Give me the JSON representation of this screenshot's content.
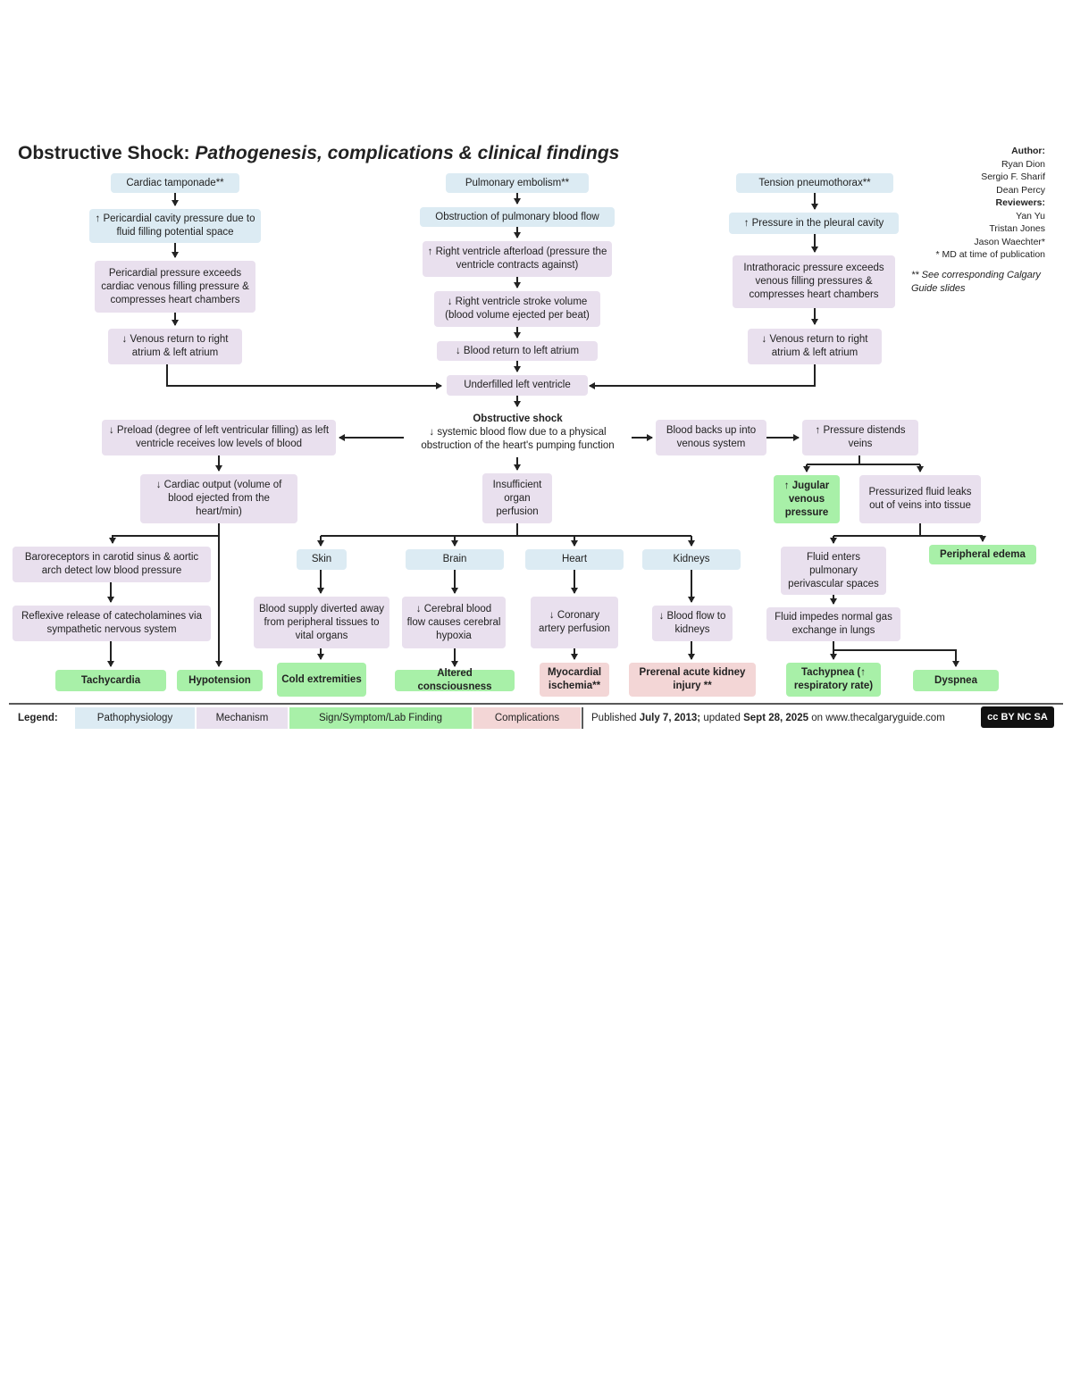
{
  "header": {
    "title_main": "Obstructive Shock:",
    "title_sub": "Pathogenesis, complications & clinical findings"
  },
  "credits": {
    "author_label": "Author:",
    "authors": [
      "Ryan Dion",
      "Sergio F. Sharif",
      "Dean Percy"
    ],
    "reviewers_label": "Reviewers:",
    "reviewers": [
      "Yan Yu",
      "Tristan Jones",
      "Jason Waechter*"
    ],
    "md_note": "* MD at time of publication",
    "slides_note": "** See corresponding Calgary Guide slides"
  },
  "nodes": {
    "cardiac_tamponade": "Cardiac tamponade**",
    "pericardial_pressure_up": "↑ Pericardial cavity pressure due to fluid filling potential space",
    "pericardial_exceeds": "Pericardial pressure exceeds cardiac venous filling pressure & compresses heart chambers",
    "venous_return_left": "↓ Venous return to right atrium & left atrium",
    "pulmonary_embolism": "Pulmonary embolism**",
    "obstruction_pulm_flow": "Obstruction of pulmonary blood flow",
    "rv_afterload": "↑ Right ventricle afterload (pressure the ventricle contracts against)",
    "rv_stroke_volume": "↓ Right ventricle stroke volume (blood volume ejected per beat)",
    "blood_return_la": "↓ Blood return to left atrium",
    "underfilled_lv": "Underfilled left ventricle",
    "tension_pneumothorax": "Tension pneumothorax**",
    "pleural_pressure": "↑ Pressure in the pleural cavity",
    "intrathoracic_exceeds": "Intrathoracic pressure exceeds venous filling pressures & compresses heart chambers",
    "venous_return_right": "↓ Venous return to right atrium & left atrium",
    "obstructive_shock_title": "Obstructive shock",
    "obstructive_shock_desc": "↓ systemic blood flow due to a physical obstruction of the heart's pumping function",
    "preload": "↓ Preload (degree of left ventricular filling) as left ventricle receives low levels of blood",
    "cardiac_output": "↓ Cardiac output (volume of blood ejected from the heart/min)",
    "baroreceptors": "Baroreceptors in carotid sinus & aortic arch detect low blood pressure",
    "catecholamines": "Reflexive release of catecholamines via sympathetic nervous system",
    "tachycardia": "Tachycardia",
    "hypotension": "Hypotension",
    "insufficient_perfusion": "Insufficient organ perfusion",
    "skin": "Skin",
    "brain": "Brain",
    "heart": "Heart",
    "kidneys": "Kidneys",
    "blood_diverted": "Blood supply diverted away from peripheral tissues to vital organs",
    "cerebral_flow": "↓ Cerebral blood flow causes cerebral hypoxia",
    "coronary_perfusion": "↓ Coronary artery perfusion",
    "kidney_flow": "↓ Blood flow to kidneys",
    "cold_extremities": "Cold extremities",
    "altered_consciousness": "Altered consciousness",
    "myocardial_ischemia": "Myocardial ischemia**",
    "prerenal_aki": "Prerenal acute kidney injury **",
    "blood_backs_up": "Blood backs up into venous system",
    "pressure_distends": "↑ Pressure distends veins",
    "jvp": "↑ Jugular venous pressure",
    "fluid_leaks": "Pressurized fluid leaks out of veins into tissue",
    "fluid_pulmonary": "Fluid enters pulmonary perivascular spaces",
    "peripheral_edema": "Peripheral edema",
    "fluid_gas_exchange": "Fluid impedes normal gas exchange in lungs",
    "tachypnea": "Tachypnea (↑ respiratory rate)",
    "dyspnea": "Dyspnea"
  },
  "legend": {
    "label": "Legend:",
    "pathophysiology": "Pathophysiology",
    "mechanism": "Mechanism",
    "sign": "Sign/Symptom/Lab Finding",
    "complications": "Complications",
    "colors": {
      "pathophysiology": "#dcebf3",
      "mechanism": "#e9e0ee",
      "sign": "#a8f0a8",
      "complications": "#f3d6d6"
    }
  },
  "footer": {
    "published_prefix": "Published",
    "published_date": "July 7, 2013;",
    "updated_prefix": "updated",
    "updated_date": "Sept 28, 2025",
    "site": "on www.thecalgaryguide.com",
    "license_badge": "cc BY NC SA"
  }
}
